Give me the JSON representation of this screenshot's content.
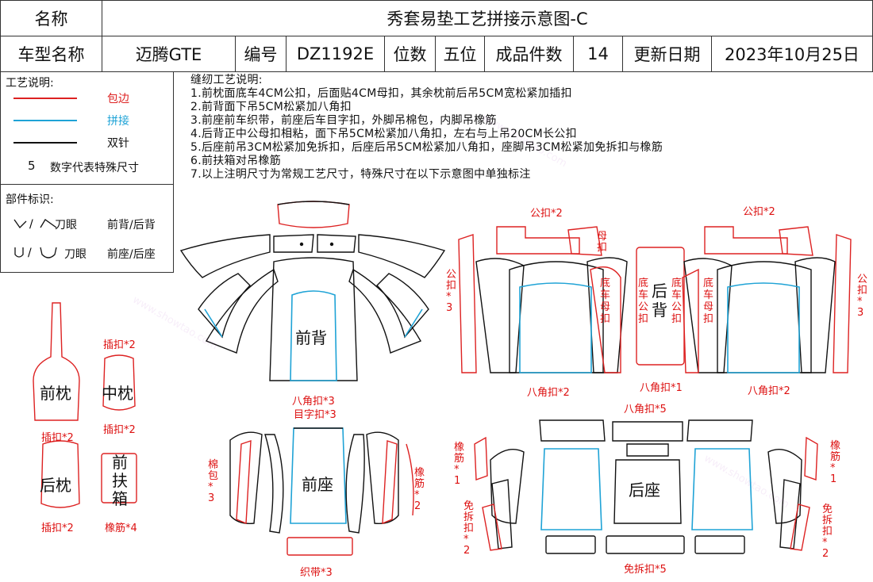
{
  "header": {
    "name_label": "名称",
    "title": "秀套易垫工艺拼接示意图-C",
    "model_label": "车型名称",
    "model_value": "迈腾GTE",
    "code_label": "编号",
    "code_value": "DZ1192E",
    "seats_label": "位数",
    "seats_value": "五位",
    "pieces_label": "成品件数",
    "pieces_value": "14",
    "date_label": "更新日期",
    "date_value": "2023年10月25日"
  },
  "legend": {
    "title": "工艺说明:",
    "items": [
      {
        "label": "包边",
        "color": "#d22"
      },
      {
        "label": "拼接",
        "color": "#1fa3d6"
      },
      {
        "label": "双针",
        "color": "#111"
      }
    ],
    "number_key": "5",
    "number_desc": "数字代表特殊尺寸"
  },
  "parts_id": {
    "title": "部件标识:",
    "row1_symbol": "刀眼",
    "row1_meaning": "前背/后背",
    "row2_symbol": "刀眼",
    "row2_meaning": "前座/后座"
  },
  "sewing_notes": {
    "title": "缝纫工艺说明:",
    "lines": [
      "1.前枕面底车4CM公扣，后面贴4CM母扣，其余枕前后吊5CM宽松紧加插扣",
      "2.前背面下吊5CM松紧加八角扣",
      "3.前座前车织带，前座后车目字扣，外脚吊棉包，内脚吊橡筋",
      "4.后背正中公母扣相粘，面下吊5CM松紧加八角扣，左右与上吊20CM长公扣",
      "5.后座前吊3CM松紧加免拆扣，后座后吊5CM松紧加八角扣，座脚吊3CM松紧加免拆扣与橡筋",
      "6.前扶箱对吊橡筋",
      "7.以上注明尺寸为常规工艺尺寸，特殊尺寸在以下示意图中单独标注"
    ]
  },
  "parts": {
    "front_back": "前背",
    "front_back_note1": "八角扣*3",
    "front_back_note2": "目字扣*3",
    "front_pillow": "前枕",
    "mid_pillow": "中枕",
    "mid_pillow_top": "插扣*2",
    "mid_pillow_bottom": "插扣*2",
    "rear_pillow": "后枕",
    "rear_pillow_top": "插扣*2",
    "rear_pillow_bottom": "插扣*2",
    "armrest": "前扶箱",
    "armrest_note": "橡筋*4",
    "front_seat": "前座",
    "front_seat_left": "棉包*3",
    "front_seat_right": "橡筋*2",
    "front_seat_bottom": "织带*3",
    "rear_back": "后背",
    "rear_back_top_left": "公扣*2",
    "rear_back_top_right": "公扣*2",
    "rear_back_left": "公扣*3",
    "rear_back_right": "公扣*3",
    "rear_back_female": "母扣",
    "rear_back_bottom_left": "八角扣*2",
    "rear_back_bottom_mid": "八角扣*1",
    "rear_back_bottom_right": "八角扣*2",
    "rear_back_car_left": "底车母扣",
    "rear_back_car_mid1": "底车公扣",
    "rear_back_car_mid2": "底车公扣",
    "rear_back_car_right": "底车母扣",
    "rear_seat": "后座",
    "rear_seat_top": "八角扣*5",
    "rear_seat_left": "橡筋*1",
    "rear_seat_right": "橡筋*1",
    "rear_seat_left2": "免拆扣*2",
    "rear_seat_right2": "免拆扣*2",
    "rear_seat_bottom": "免拆扣*5"
  },
  "watermark": "www.showtao.com"
}
